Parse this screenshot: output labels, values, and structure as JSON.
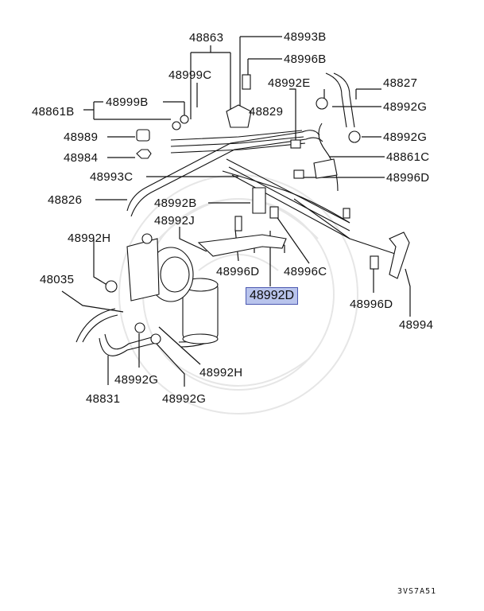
{
  "diagram_code": "3VS7A51",
  "highlighted_part": "48992D",
  "labels": {
    "p48863": "48863",
    "p48993B": "48993B",
    "p48996B": "48996B",
    "p48999C": "48999C",
    "p48992E": "48992E",
    "p48827": "48827",
    "p48861B": "48861B",
    "p48999B": "48999B",
    "p48829": "48829",
    "p48992G_a": "48992G",
    "p48989": "48989",
    "p48992G_b": "48992G",
    "p48984": "48984",
    "p48861C": "48861C",
    "p48993C": "48993C",
    "p48996D_a": "48996D",
    "p48826": "48826",
    "p48992B": "48992B",
    "p48992J": "48992J",
    "p48992H_a": "48992H",
    "p48996D_b": "48996D",
    "p48996C": "48996C",
    "p48992D": "48992D",
    "p48035": "48035",
    "p48996D_c": "48996D",
    "p48994": "48994",
    "p48992H_b": "48992H",
    "p48992G_c": "48992G",
    "p48831": "48831",
    "p48992G_d": "48992G"
  },
  "colors": {
    "highlight_fill": "#b9c4ec",
    "highlight_border": "#4b58b0",
    "line": "#111111"
  }
}
